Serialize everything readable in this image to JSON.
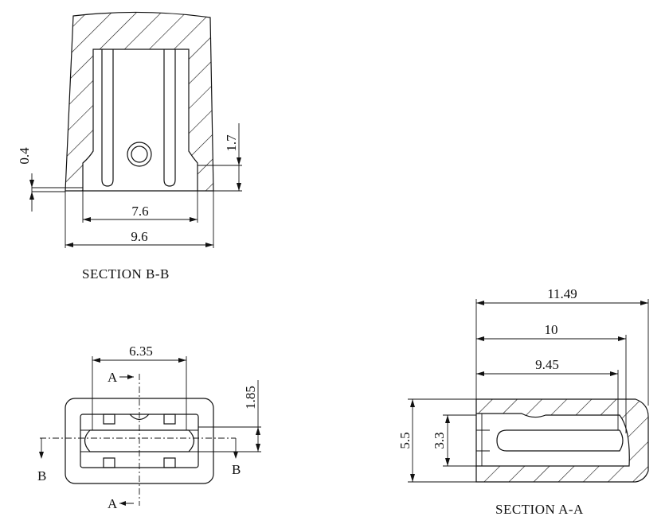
{
  "colors": {
    "line": "#111111",
    "background": "#ffffff"
  },
  "section_bb": {
    "title": "SECTION B-B",
    "dims": {
      "d04": "0.4",
      "d17": "1.7",
      "d76": "7.6",
      "d96": "9.6"
    }
  },
  "front_view": {
    "dims": {
      "d635": "6.35",
      "d185": "1.85"
    },
    "labels": {
      "a_top": "A",
      "a_bottom": "A",
      "b_left": "B",
      "b_right": "B"
    }
  },
  "section_aa": {
    "title": "SECTION A-A",
    "dims": {
      "d1149": "11.49",
      "d10": "10",
      "d945": "9.45",
      "d55": "5.5",
      "d33": "3.3"
    }
  }
}
